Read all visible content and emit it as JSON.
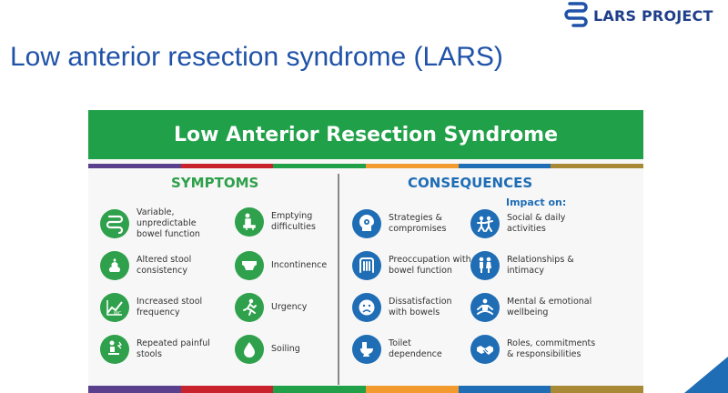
{
  "brand": {
    "logo_text": "LARS PROJECT"
  },
  "slide": {
    "title": "Low anterior resection syndrome (LARS)"
  },
  "infographic": {
    "banner_title": "Low Anterior Resection Syndrome",
    "bar_colors": [
      "#5a3f8c",
      "#c8232c",
      "#20a048",
      "#f29a2e",
      "#1f6db5",
      "#a88a36"
    ],
    "symptoms": {
      "heading": "SYMPTOMS",
      "items": [
        {
          "label": "Variable, unpredictable\nbowel function",
          "icon": "intestine-icon"
        },
        {
          "label": "Emptying\ndifficulties",
          "icon": "toilet-strain-icon"
        },
        {
          "label": "Altered stool\nconsistency",
          "icon": "stool-icon"
        },
        {
          "label": "Incontinence",
          "icon": "diaper-icon"
        },
        {
          "label": "Increased stool\nfrequency",
          "icon": "frequency-chart-icon",
          "icon_text": "WC"
        },
        {
          "label": "Urgency",
          "icon": "running-person-icon"
        },
        {
          "label": "Repeated painful\nstools",
          "icon": "pain-toilet-icon"
        },
        {
          "label": "Soiling",
          "icon": "drop-icon"
        }
      ]
    },
    "consequences": {
      "heading": "CONSEQUENCES",
      "impact_label": "Impact on:",
      "items": [
        {
          "label": "Strategies &\ncompromises",
          "icon": "head-gears-icon"
        },
        {
          "label": "Social & daily\nactivities",
          "icon": "people-activity-icon"
        },
        {
          "label": "Preoccupation with\nbowel function",
          "icon": "intestine-icon"
        },
        {
          "label": "Relationships &\nintimacy",
          "icon": "couple-icon"
        },
        {
          "label": "Dissatisfaction\nwith bowels",
          "icon": "sad-face-icon"
        },
        {
          "label": "Mental & emotional\nwellbeing",
          "icon": "meditation-icon"
        },
        {
          "label": "Toilet\ndependence",
          "icon": "toilet-icon"
        },
        {
          "label": "Roles, commitments\n& responsibilities",
          "icon": "handshake-icon"
        }
      ]
    }
  },
  "colors": {
    "green": "#20a048",
    "blue": "#1f6db5",
    "title_blue": "#1f52a8",
    "logo_navy": "#1f3f8a"
  }
}
